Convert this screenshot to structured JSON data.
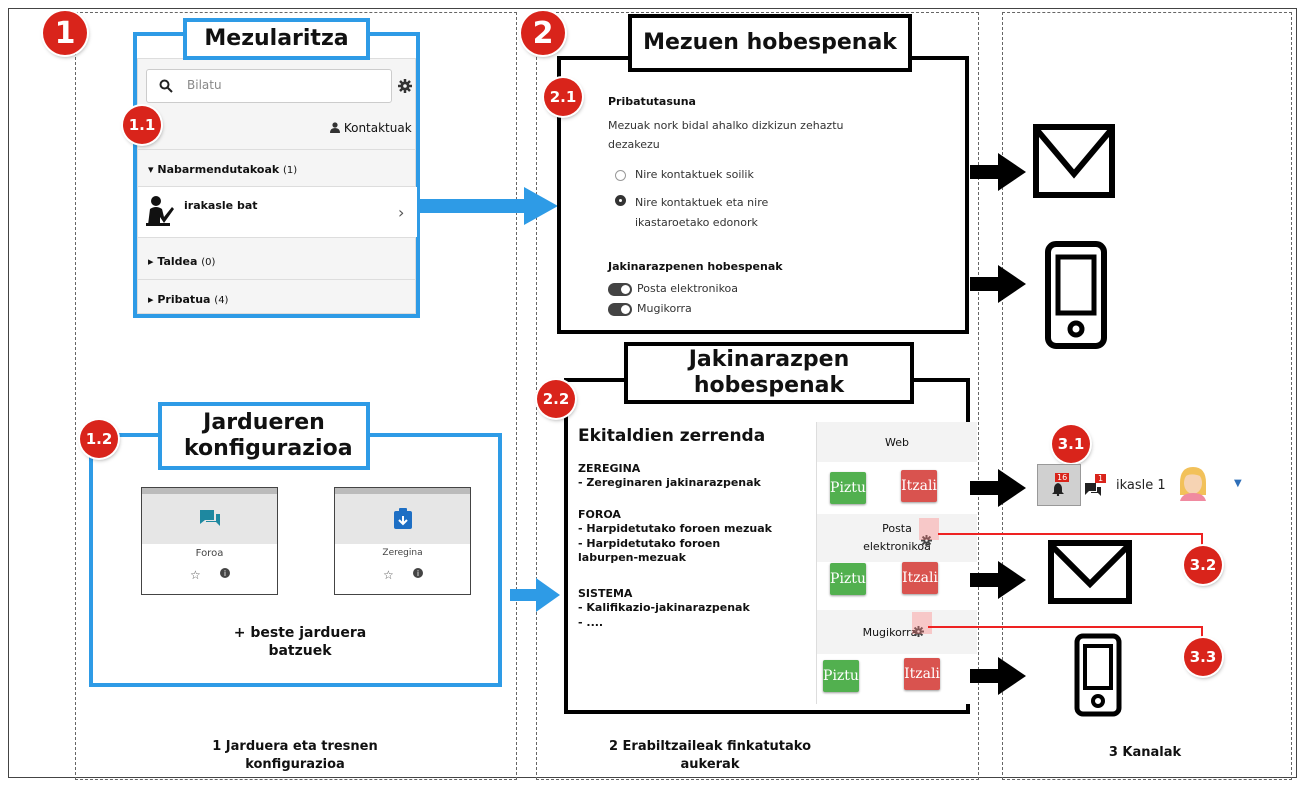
{
  "badges": {
    "b1": "1",
    "b2": "2",
    "b11": "1.1",
    "b12": "1.2",
    "b21": "2.1",
    "b22": "2.2",
    "b31": "3.1",
    "b32": "3.2",
    "b33": "3.3"
  },
  "messaging": {
    "title": "Mezularitza",
    "search_placeholder": "Bilatu",
    "contacts": "Kontaktuak",
    "starred": {
      "label": "Nabarmendutakoak",
      "count": "(1)"
    },
    "contact_name": "irakasle bat",
    "group": {
      "label": "Taldea",
      "count": "(0)"
    },
    "private": {
      "label": "Pribatua",
      "count": "(4)"
    }
  },
  "activities": {
    "title": "Jardueren konfigurazioa",
    "forum_label": "Foroa",
    "assign_label": "Zeregina",
    "more": "+ beste jarduera batzuek"
  },
  "msg_prefs": {
    "title": "Mezuen hobespenak",
    "privacy_heading": "Pribatutasuna",
    "privacy_desc": "Mezuak nork bidal ahalko dizkizun zehaztu dezakezu",
    "opt1": "Nire kontaktuek soilik",
    "opt2": "Nire kontaktuek eta nire ikastaroetako edonork",
    "notif_heading": "Jakinarazpenen hobespenak",
    "email": "Posta elektronikoa",
    "mobile": "Mugikorra"
  },
  "notif_prefs": {
    "title": "Jakinarazpen hobespenak",
    "list_title": "Ekitaldien zerrenda",
    "sec1": "ZEREGINA",
    "sec1_items": [
      "- Zereginaren jakinarazpenak"
    ],
    "sec2": "FOROA",
    "sec2_items": [
      "- Harpidetutako foroen mezuak",
      "- Harpidetutako foroen laburpen-mezuak"
    ],
    "sec3": "SISTEMA",
    "sec3_items": [
      "- Kalifikazio-jakinarazpenak",
      "- ...."
    ],
    "web": "Web",
    "on": "Piztu",
    "off": "Itzali",
    "email": "Posta elektronikoa",
    "mobile": "Mugikorra"
  },
  "navbar": {
    "notif_count": "16",
    "msg_count": "1",
    "user": "ikasle 1"
  },
  "captions": {
    "c1": "1 Jarduera eta tresnen konfigurazioa",
    "c2": "2 Erabiltzaileak finkatutako aukerak",
    "c3": "3 Kanalak"
  },
  "colors": {
    "blue": "#2e9be6",
    "red": "#d9241b",
    "green": "#52b04f",
    "itzali_red": "#d9534f"
  }
}
